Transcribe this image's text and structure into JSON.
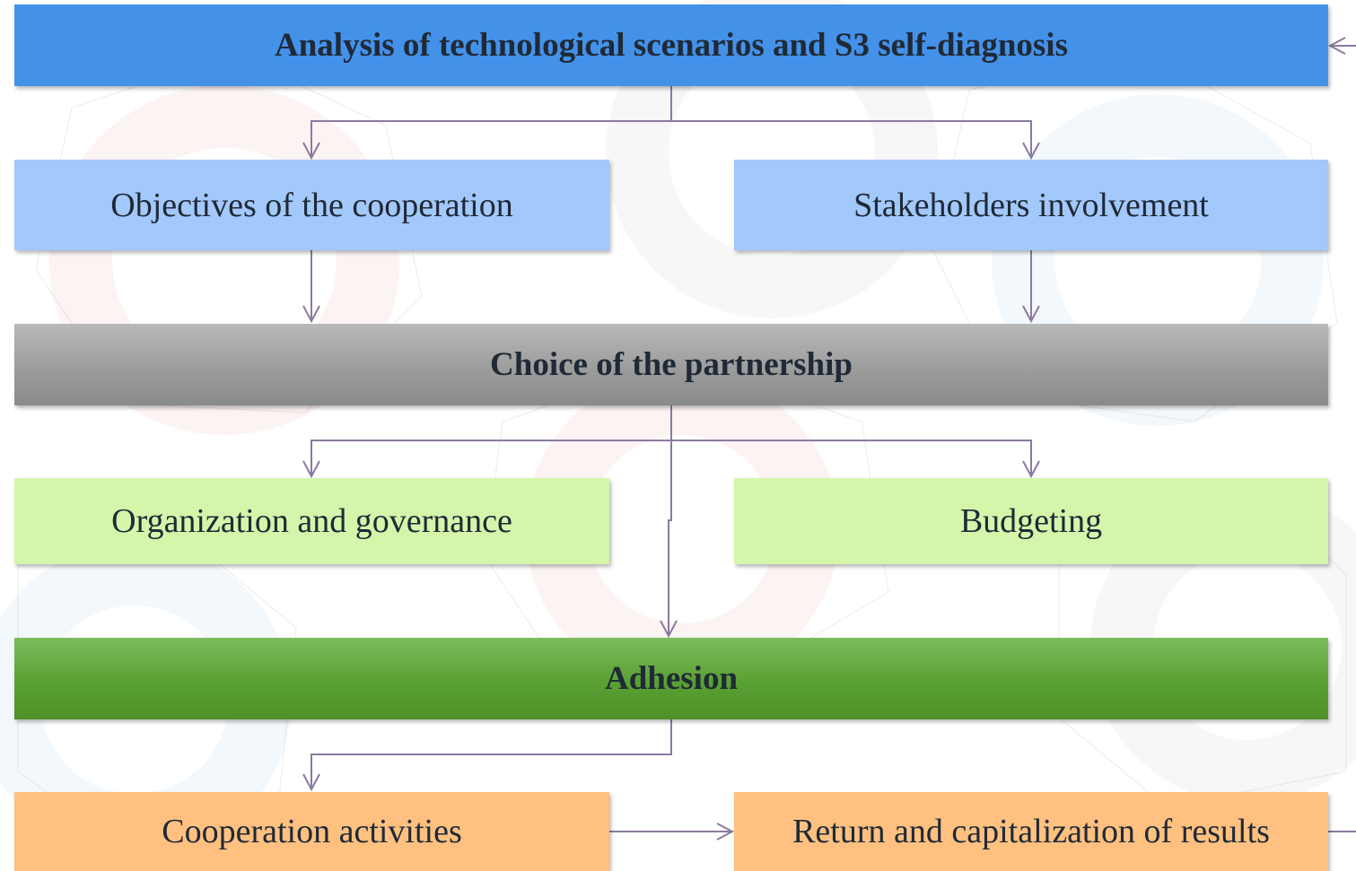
{
  "flowchart": {
    "analysis": "Analysis of technological scenarios and S3 self-diagnosis",
    "objectives": "Objectives of the cooperation",
    "stakeholders": "Stakeholders involvement",
    "partnership": "Choice of the partnership",
    "organization": "Organization and governance",
    "budgeting": "Budgeting",
    "adhesion": "Adhesion",
    "cooperation": "Cooperation activities",
    "return": "Return and capitalization of results"
  },
  "colors": {
    "level1": "#4491ea",
    "level2": "#a3c8fb",
    "level3": "#9a9a9a",
    "level4": "#d4f6ab",
    "level5": "#5aa033",
    "level6": "#ffc080",
    "connector": "#8a7aa0"
  }
}
